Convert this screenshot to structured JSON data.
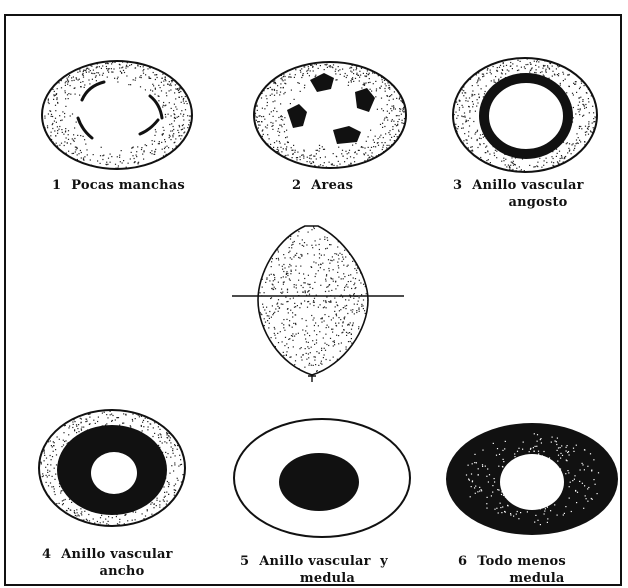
{
  "figures": [
    {
      "number": "1",
      "title": "Pocas manchas",
      "subtitle": ""
    },
    {
      "number": "2",
      "title": "Areas",
      "subtitle": ""
    },
    {
      "number": "3",
      "title": "Anillo vascular",
      "subtitle": "angosto"
    },
    {
      "number": "4",
      "title": "Anillo vascular",
      "subtitle": "ancho"
    },
    {
      "number": "5",
      "title": "Anillo vascular  y",
      "subtitle": "medula"
    },
    {
      "number": "6",
      "title": "Todo menos",
      "subtitle": "medula"
    }
  ],
  "colors": {
    "ink": "#111111",
    "paper": "#ffffff"
  }
}
